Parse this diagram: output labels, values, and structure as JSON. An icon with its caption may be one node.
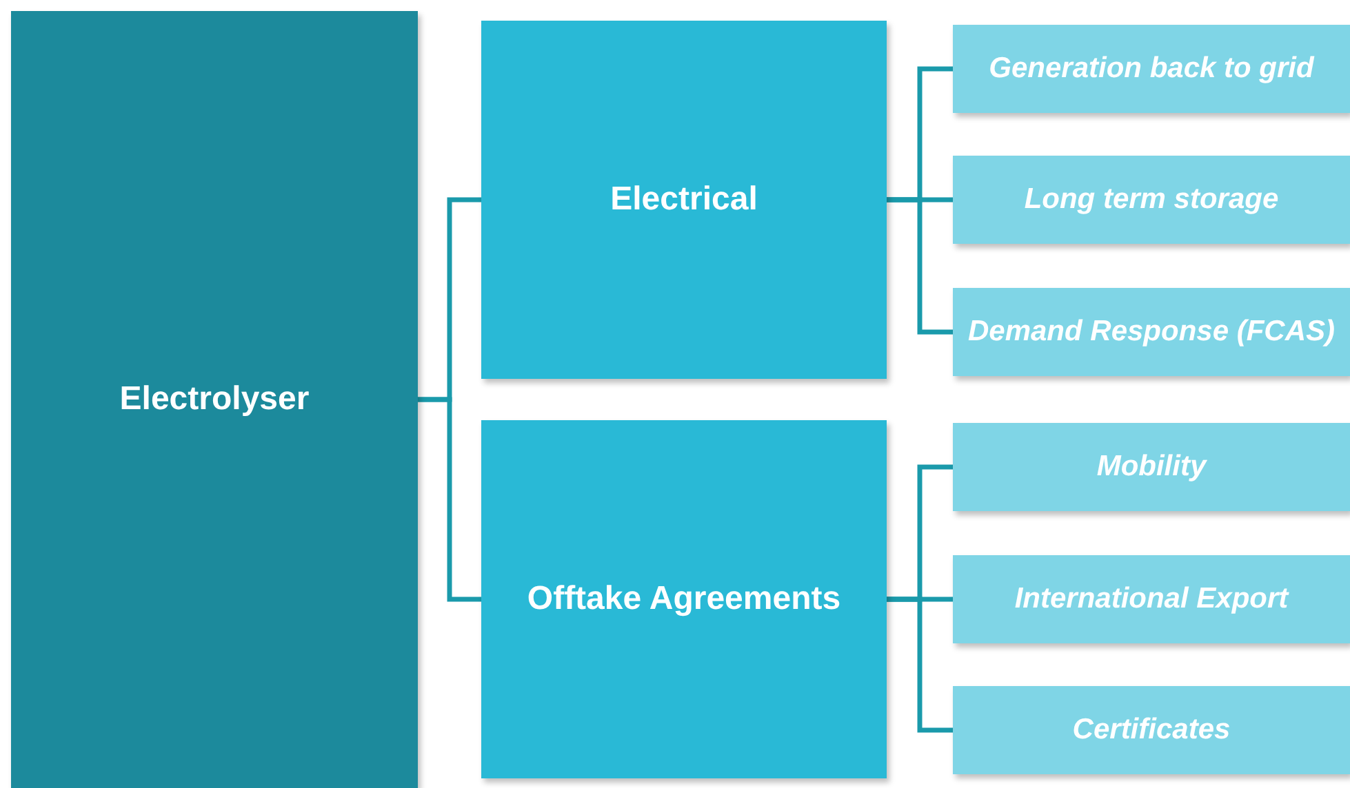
{
  "diagram": {
    "nodes": [
      {
        "text": [
          "Electrolyser"
        ]
      },
      {
        "text": [
          "Electrical"
        ]
      },
      {
        "text": [
          "Offtake Agreements"
        ]
      },
      {
        "text": [
          "Generation back to grid"
        ]
      },
      {
        "text": [
          "Long term storage"
        ]
      },
      {
        "text": [
          "Demand Response (FCAS)"
        ]
      },
      {
        "text": [
          "Mobility"
        ]
      },
      {
        "text": [
          "International Export"
        ]
      },
      {
        "text": [
          "Certificates"
        ]
      }
    ],
    "edges": [
      {
        "from": 0,
        "to": 1,
        "arrow": "none"
      },
      {
        "from": 0,
        "to": 2,
        "arrow": "none"
      },
      {
        "from": 1,
        "to": 3,
        "arrow": "none"
      },
      {
        "from": 1,
        "to": 4,
        "arrow": "none"
      },
      {
        "from": 1,
        "to": 5,
        "arrow": "none"
      },
      {
        "from": 2,
        "to": 6,
        "arrow": "none"
      },
      {
        "from": 2,
        "to": 7,
        "arrow": "none"
      },
      {
        "from": 2,
        "to": 8,
        "arrow": "none"
      }
    ]
  }
}
